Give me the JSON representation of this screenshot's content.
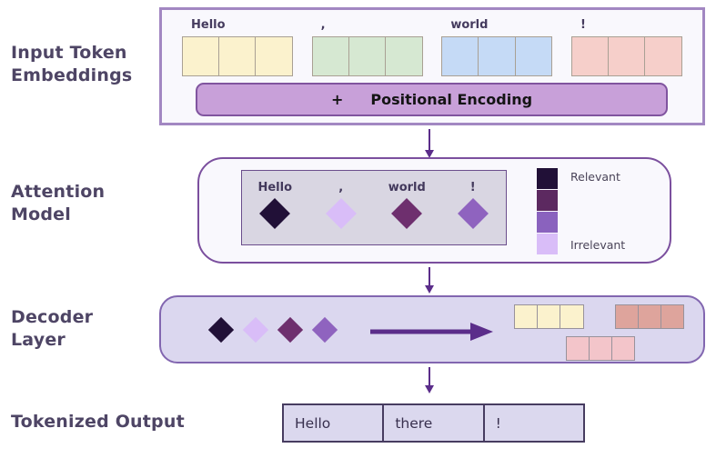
{
  "labels": {
    "input": [
      "Input Token",
      "Embeddings"
    ],
    "attention": [
      "Attention",
      "Model"
    ],
    "decoder": [
      "Decoder",
      "Layer"
    ],
    "output": [
      "Tokenized Output"
    ]
  },
  "input_section": {
    "tokens": [
      {
        "text": "Hello",
        "cell_color": "#FBF2CD",
        "cells": 3
      },
      {
        "text": ",",
        "cell_color": "#D6E8D2",
        "cells": 3
      },
      {
        "text": "world",
        "cell_color": "#C5DAF6",
        "cells": 3
      },
      {
        "text": "!",
        "cell_color": "#F6CFCA",
        "cells": 3
      }
    ],
    "positional": {
      "plus": "+",
      "label": "Positional Encoding",
      "bar_color": "#C8A0D9"
    }
  },
  "attention_section": {
    "tokens": [
      {
        "text": "Hello",
        "diamond_color": "#211037"
      },
      {
        "text": ",",
        "diamond_color": "#D9BDF8"
      },
      {
        "text": "world",
        "diamond_color": "#6E2F6E"
      },
      {
        "text": "!",
        "diamond_color": "#8F63BF"
      }
    ],
    "legend": {
      "swatches": [
        "#211037",
        "#5C2960",
        "#8A62BE",
        "#D9BDF8"
      ],
      "top_label": "Relevant",
      "bottom_label": "Irrelevant"
    }
  },
  "decoder_section": {
    "diamonds": [
      "#211037",
      "#D9BDF8",
      "#6E2F6E",
      "#8F63BF"
    ],
    "blocks": [
      {
        "color": "#FBF2CD",
        "cells": 3
      },
      {
        "color": "#DEA49C",
        "cells": 3
      },
      {
        "color": "#F3C5CA",
        "cells": 3
      }
    ]
  },
  "output_section": {
    "cells": [
      "Hello",
      "there",
      "!"
    ]
  },
  "colors": {
    "flow_arrow": "#5B2D8A",
    "label_text": "#4E4565",
    "input_box_border": "#A287C2",
    "attention_box_border": "#7B4F9E",
    "decoder_box_border": "#8266B0",
    "output_table_border": "#473C60"
  }
}
